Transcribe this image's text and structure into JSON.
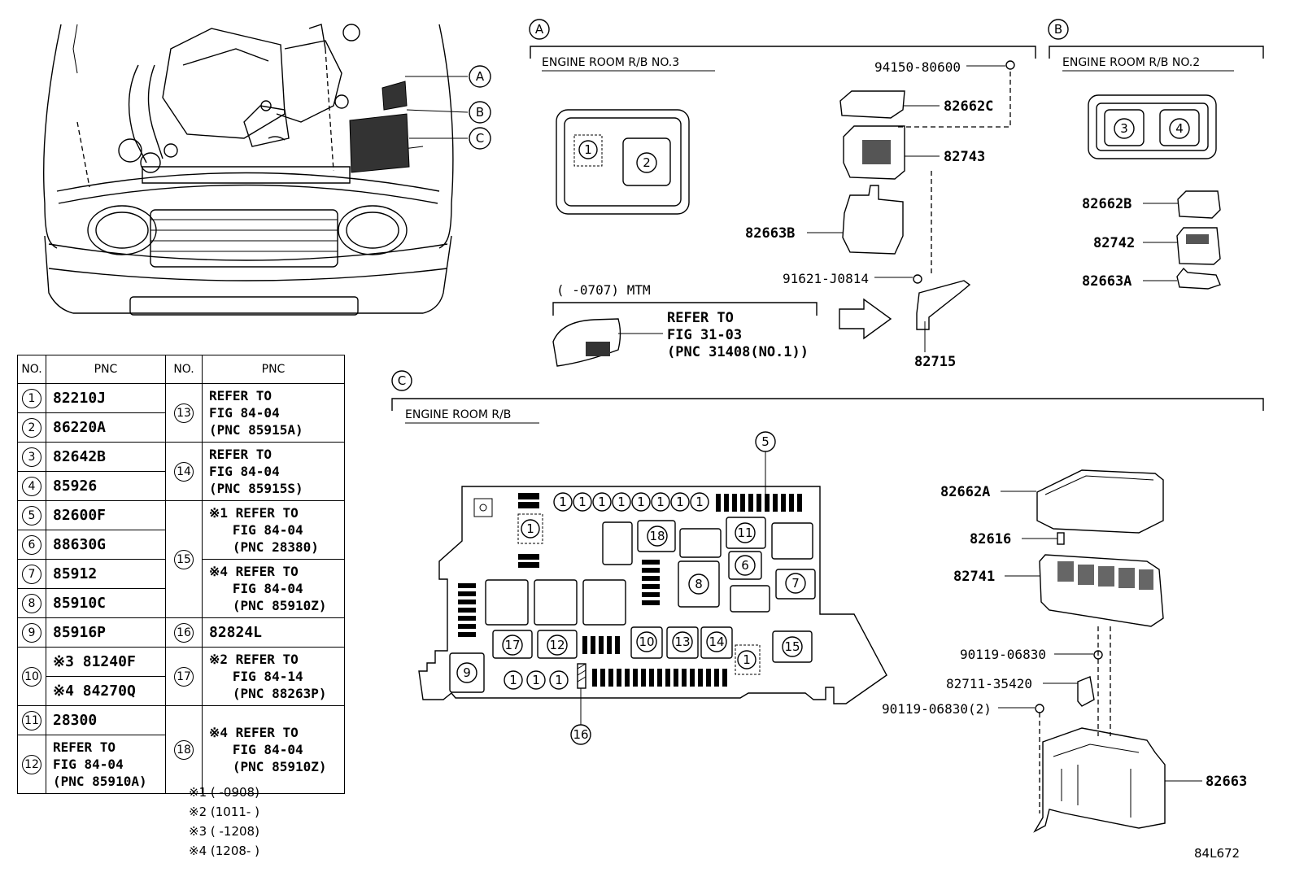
{
  "sections": {
    "a": {
      "marker": "A",
      "title": "ENGINE ROOM R/B NO.3"
    },
    "b": {
      "marker": "B",
      "title": "ENGINE ROOM R/B NO.2"
    },
    "c": {
      "marker": "C",
      "title": "ENGINE ROOM R/B"
    }
  },
  "callouts": {
    "a_p94150": "94150-80600",
    "a_p82662c": "82662C",
    "a_p82743": "82743",
    "a_p82663b": "82663B",
    "a_p91621": "91621-J0814",
    "a_p82715": "82715",
    "a_mtm": "(      -0707) MTM",
    "a_refer1": "REFER TO",
    "a_refer2": "FIG 31-03",
    "a_refer3": "(PNC 31408(NO.1))",
    "b_p82662b": "82662B",
    "b_p82742": "82742",
    "b_p82663a": "82663A",
    "c_p82662a": "82662A",
    "c_p82616": "82616",
    "c_p82741": "82741",
    "c_p90119a": "90119-06830",
    "c_p82711": "82711-35420",
    "c_p90119b": "90119-06830(2)",
    "c_p82663": "82663",
    "c_item5": "5",
    "c_item16": "16"
  },
  "table": {
    "header_no": "NO.",
    "header_pnc": "PNC",
    "rows_left": [
      {
        "no": "1",
        "pnc": "82210J"
      },
      {
        "no": "2",
        "pnc": "86220A"
      },
      {
        "no": "3",
        "pnc": "82642B"
      },
      {
        "no": "4",
        "pnc": "85926"
      },
      {
        "no": "5",
        "pnc": "82600F"
      },
      {
        "no": "6",
        "pnc": "88630G"
      },
      {
        "no": "7",
        "pnc": "85912"
      },
      {
        "no": "8",
        "pnc": "85910C"
      },
      {
        "no": "9",
        "pnc": "85916P"
      },
      {
        "no": "10",
        "pnc_a": "※3 81240F",
        "pnc_b": "※4 84270Q"
      },
      {
        "no": "11",
        "pnc": "28300"
      },
      {
        "no": "12",
        "pnc": "REFER TO\nFIG 84-04\n(PNC 85910A)"
      }
    ],
    "rows_right": [
      {
        "no": "13",
        "pnc": "REFER TO\nFIG 84-04\n(PNC 85915A)"
      },
      {
        "no": "14",
        "pnc": "REFER TO\nFIG 84-04\n(PNC 85915S)"
      },
      {
        "no": "15",
        "pnc_a": "※1 REFER TO\n   FIG 84-04\n   (PNC 28380)",
        "pnc_b": "※4 REFER TO\n   FIG 84-04\n   (PNC 85910Z)"
      },
      {
        "no": "16",
        "pnc": "82824L"
      },
      {
        "no": "17",
        "pnc": "※2 REFER TO\n   FIG 84-14\n   (PNC 88263P)"
      },
      {
        "no": "18",
        "pnc": "※4 REFER TO\n   FIG 84-04\n   (PNC 85910Z)"
      }
    ]
  },
  "notes": [
    "※1 (      -0908)",
    "※2 (1011-      )",
    "※3 (      -1208)",
    "※4 (1208-      )"
  ],
  "figure_code": "84L672"
}
